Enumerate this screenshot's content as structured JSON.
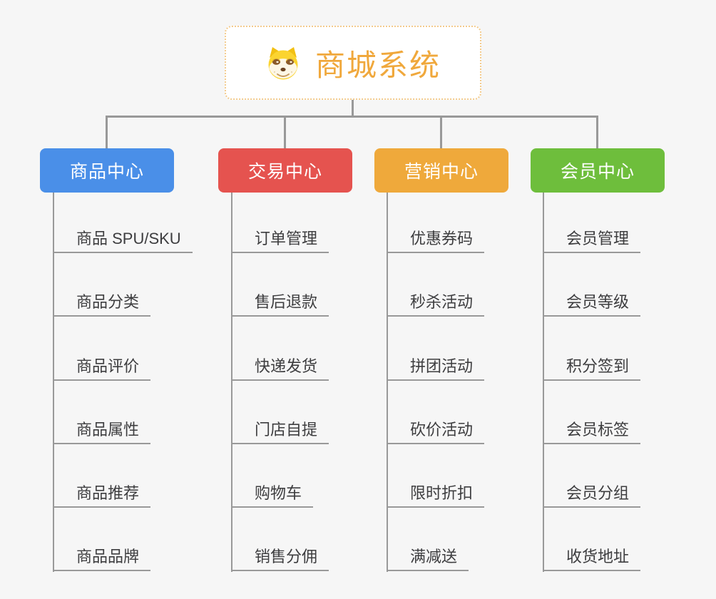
{
  "root": {
    "label": "商城系统",
    "icon": "doge-face",
    "text_color": "#F0A83C",
    "border_color": "#F3CB8D"
  },
  "branches": [
    {
      "label": "商品中心",
      "color": "#4A8FE8",
      "items": [
        "商品 SPU/SKU",
        "商品分类",
        "商品评价",
        "商品属性",
        "商品推荐",
        "商品品牌"
      ]
    },
    {
      "label": "交易中心",
      "color": "#E5534F",
      "items": [
        "订单管理",
        "售后退款",
        "快递发货",
        "门店自提",
        "购物车",
        "销售分佣"
      ]
    },
    {
      "label": "营销中心",
      "color": "#EFA93B",
      "items": [
        "优惠券码",
        "秒杀活动",
        "拼团活动",
        "砍价活动",
        "限时折扣",
        "满减送"
      ]
    },
    {
      "label": "会员中心",
      "color": "#6EBE3C",
      "items": [
        "会员管理",
        "会员等级",
        "积分签到",
        "会员标签",
        "会员分组",
        "收货地址"
      ]
    }
  ],
  "style": {
    "background": "#F6F6F6",
    "connector_color": "#999999",
    "leaf_text_color": "#3D3D3F",
    "leaf_underline_color": "#999999"
  }
}
